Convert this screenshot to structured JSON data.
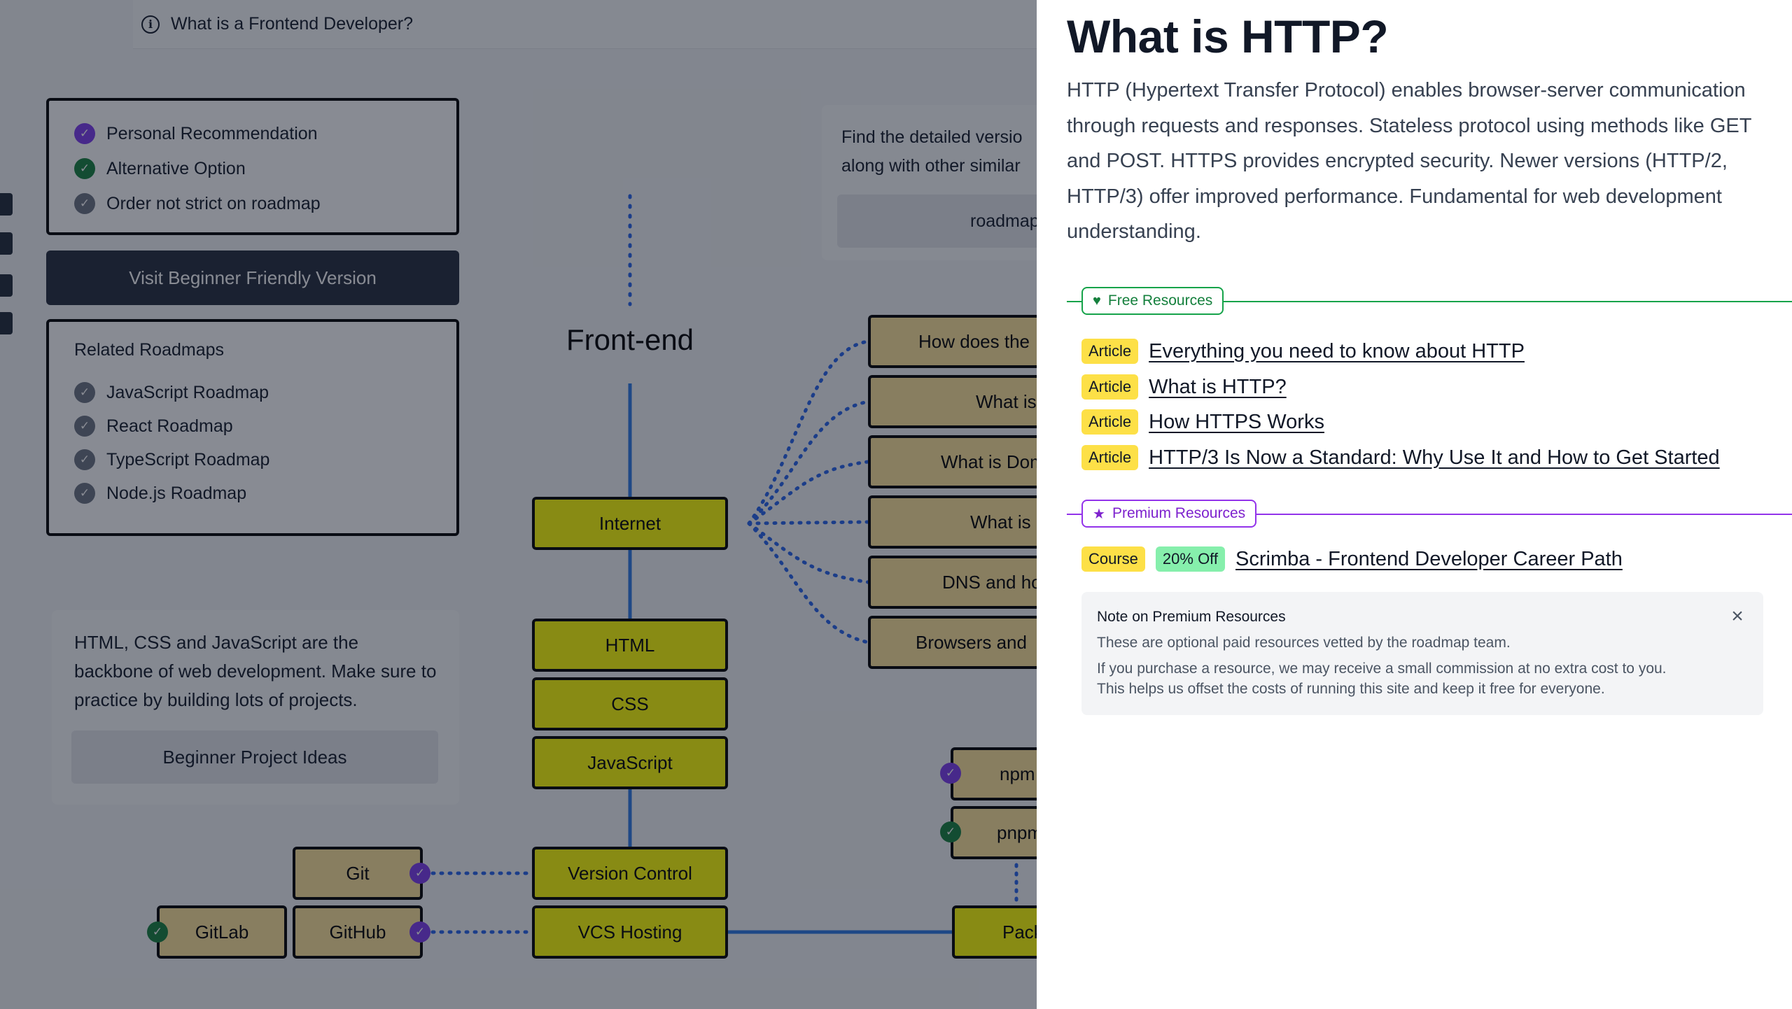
{
  "topbar": {
    "info_icon": "info-icon",
    "text": "What is a Frontend Developer?"
  },
  "legend": {
    "items": [
      {
        "label": "Personal Recommendation",
        "status": "purple"
      },
      {
        "label": "Alternative Option",
        "status": "green"
      },
      {
        "label": "Order not strict on roadmap",
        "status": "gray"
      }
    ]
  },
  "beginner_button": "Visit Beginner Friendly Version",
  "related": {
    "title": "Related Roadmaps",
    "items": [
      "JavaScript Roadmap",
      "React Roadmap",
      "TypeScript Roadmap",
      "Node.js Roadmap"
    ]
  },
  "tip": {
    "text": "HTML, CSS and JavaScript are the backbone of web development. Make sure to practice by building lots of projects.",
    "button": "Beginner Project Ideas"
  },
  "detail": {
    "text": "Find the detailed versio along with other similar",
    "button": "roadmap"
  },
  "roadmap": {
    "title": "Front-end",
    "nodes": {
      "internet": "Internet",
      "html": "HTML",
      "css": "CSS",
      "javascript": "JavaScript",
      "version_control": "Version Control",
      "vcs_hosting": "VCS Hosting",
      "git": "Git",
      "github": "GitHub",
      "gitlab": "GitLab",
      "npm": "npm",
      "pnpm": "pnpm",
      "package": "Pack"
    },
    "internet_topics": [
      "How does the",
      "What is",
      "What is Dom",
      "What is",
      "DNS and ho",
      "Browsers and"
    ]
  },
  "panel": {
    "title": "What is HTTP?",
    "description": "HTTP (Hypertext Transfer Protocol) enables browser-server communication through requests and responses. Stateless protocol using methods like GET and POST. HTTPS provides encrypted security. Newer versions (HTTP/2, HTTP/3) offer improved performance. Fundamental for web development understanding.",
    "free_label": "Free Resources",
    "free_color": "#16a34a",
    "free_resources": [
      {
        "type": "Article",
        "title": "Everything you need to know about HTTP"
      },
      {
        "type": "Article",
        "title": "What is HTTP?"
      },
      {
        "type": "Article",
        "title": "How HTTPS Works"
      },
      {
        "type": "Article",
        "title": "HTTP/3 Is Now a Standard: Why Use It and How to Get Started"
      }
    ],
    "premium_label": "Premium Resources",
    "premium_color": "#9333ea",
    "premium_resources": [
      {
        "type": "Course",
        "discount": "20% Off",
        "title": "Scrimba - Frontend Developer Career Path"
      }
    ],
    "note": {
      "title": "Note on Premium Resources",
      "line1": "These are optional paid resources vetted by the roadmap team.",
      "line2": "If you purchase a resource, we may receive a small commission at no extra cost to you.",
      "line3": "This helps us offset the costs of running this site and keep it free for everyone."
    }
  }
}
